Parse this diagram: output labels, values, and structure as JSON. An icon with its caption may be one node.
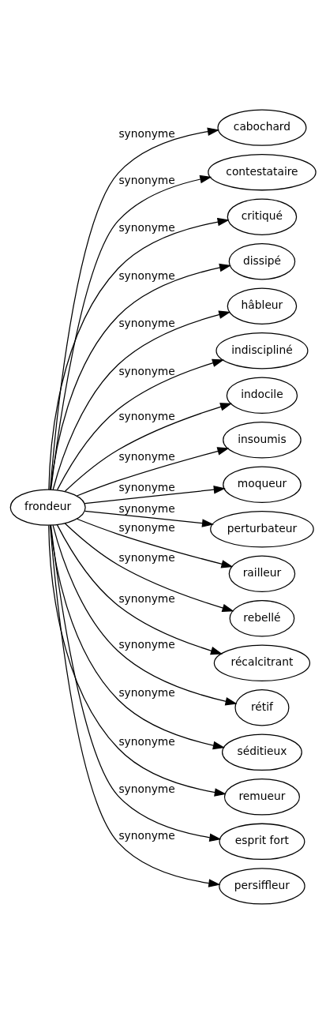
{
  "diagram": {
    "nodes": [
      {
        "text": [
          "frondeur"
        ]
      },
      {
        "text": [
          "cabochard"
        ]
      },
      {
        "text": [
          "contestataire"
        ]
      },
      {
        "text": [
          "critiqué"
        ]
      },
      {
        "text": [
          "dissipé"
        ]
      },
      {
        "text": [
          "hâbleur"
        ]
      },
      {
        "text": [
          "indiscipliné"
        ]
      },
      {
        "text": [
          "indocile"
        ]
      },
      {
        "text": [
          "insoumis"
        ]
      },
      {
        "text": [
          "moqueur"
        ]
      },
      {
        "text": [
          "perturbateur"
        ]
      },
      {
        "text": [
          "railleur"
        ]
      },
      {
        "text": [
          "rebellé"
        ]
      },
      {
        "text": [
          "récalcitrant"
        ]
      },
      {
        "text": [
          "rétif"
        ]
      },
      {
        "text": [
          "séditieux"
        ]
      },
      {
        "text": [
          "remueur"
        ]
      },
      {
        "text": [
          "esprit fort"
        ]
      },
      {
        "text": [
          "persiffleur"
        ]
      }
    ],
    "edges": [
      {
        "from": 0,
        "to": 1,
        "arrow": "to",
        "label": "synonyme"
      },
      {
        "from": 0,
        "to": 2,
        "arrow": "to",
        "label": "synonyme"
      },
      {
        "from": 0,
        "to": 3,
        "arrow": "to",
        "label": "synonyme"
      },
      {
        "from": 0,
        "to": 4,
        "arrow": "to",
        "label": "synonyme"
      },
      {
        "from": 0,
        "to": 5,
        "arrow": "to",
        "label": "synonyme"
      },
      {
        "from": 0,
        "to": 6,
        "arrow": "to",
        "label": "synonyme"
      },
      {
        "from": 0,
        "to": 7,
        "arrow": "to",
        "label": "synonyme"
      },
      {
        "from": 0,
        "to": 8,
        "arrow": "to",
        "label": "synonyme"
      },
      {
        "from": 0,
        "to": 9,
        "arrow": "to",
        "label": "synonyme"
      },
      {
        "from": 0,
        "to": 10,
        "arrow": "to",
        "label": "synonyme"
      },
      {
        "from": 0,
        "to": 11,
        "arrow": "to",
        "label": "synonyme"
      },
      {
        "from": 0,
        "to": 12,
        "arrow": "to",
        "label": "synonyme"
      },
      {
        "from": 0,
        "to": 13,
        "arrow": "to",
        "label": "synonyme"
      },
      {
        "from": 0,
        "to": 14,
        "arrow": "to",
        "label": "synonyme"
      },
      {
        "from": 0,
        "to": 15,
        "arrow": "to",
        "label": "synonyme"
      },
      {
        "from": 0,
        "to": 16,
        "arrow": "to",
        "label": "synonyme"
      },
      {
        "from": 0,
        "to": 17,
        "arrow": "to",
        "label": "synonyme"
      },
      {
        "from": 0,
        "to": 18,
        "arrow": "to",
        "label": "synonyme"
      }
    ]
  }
}
